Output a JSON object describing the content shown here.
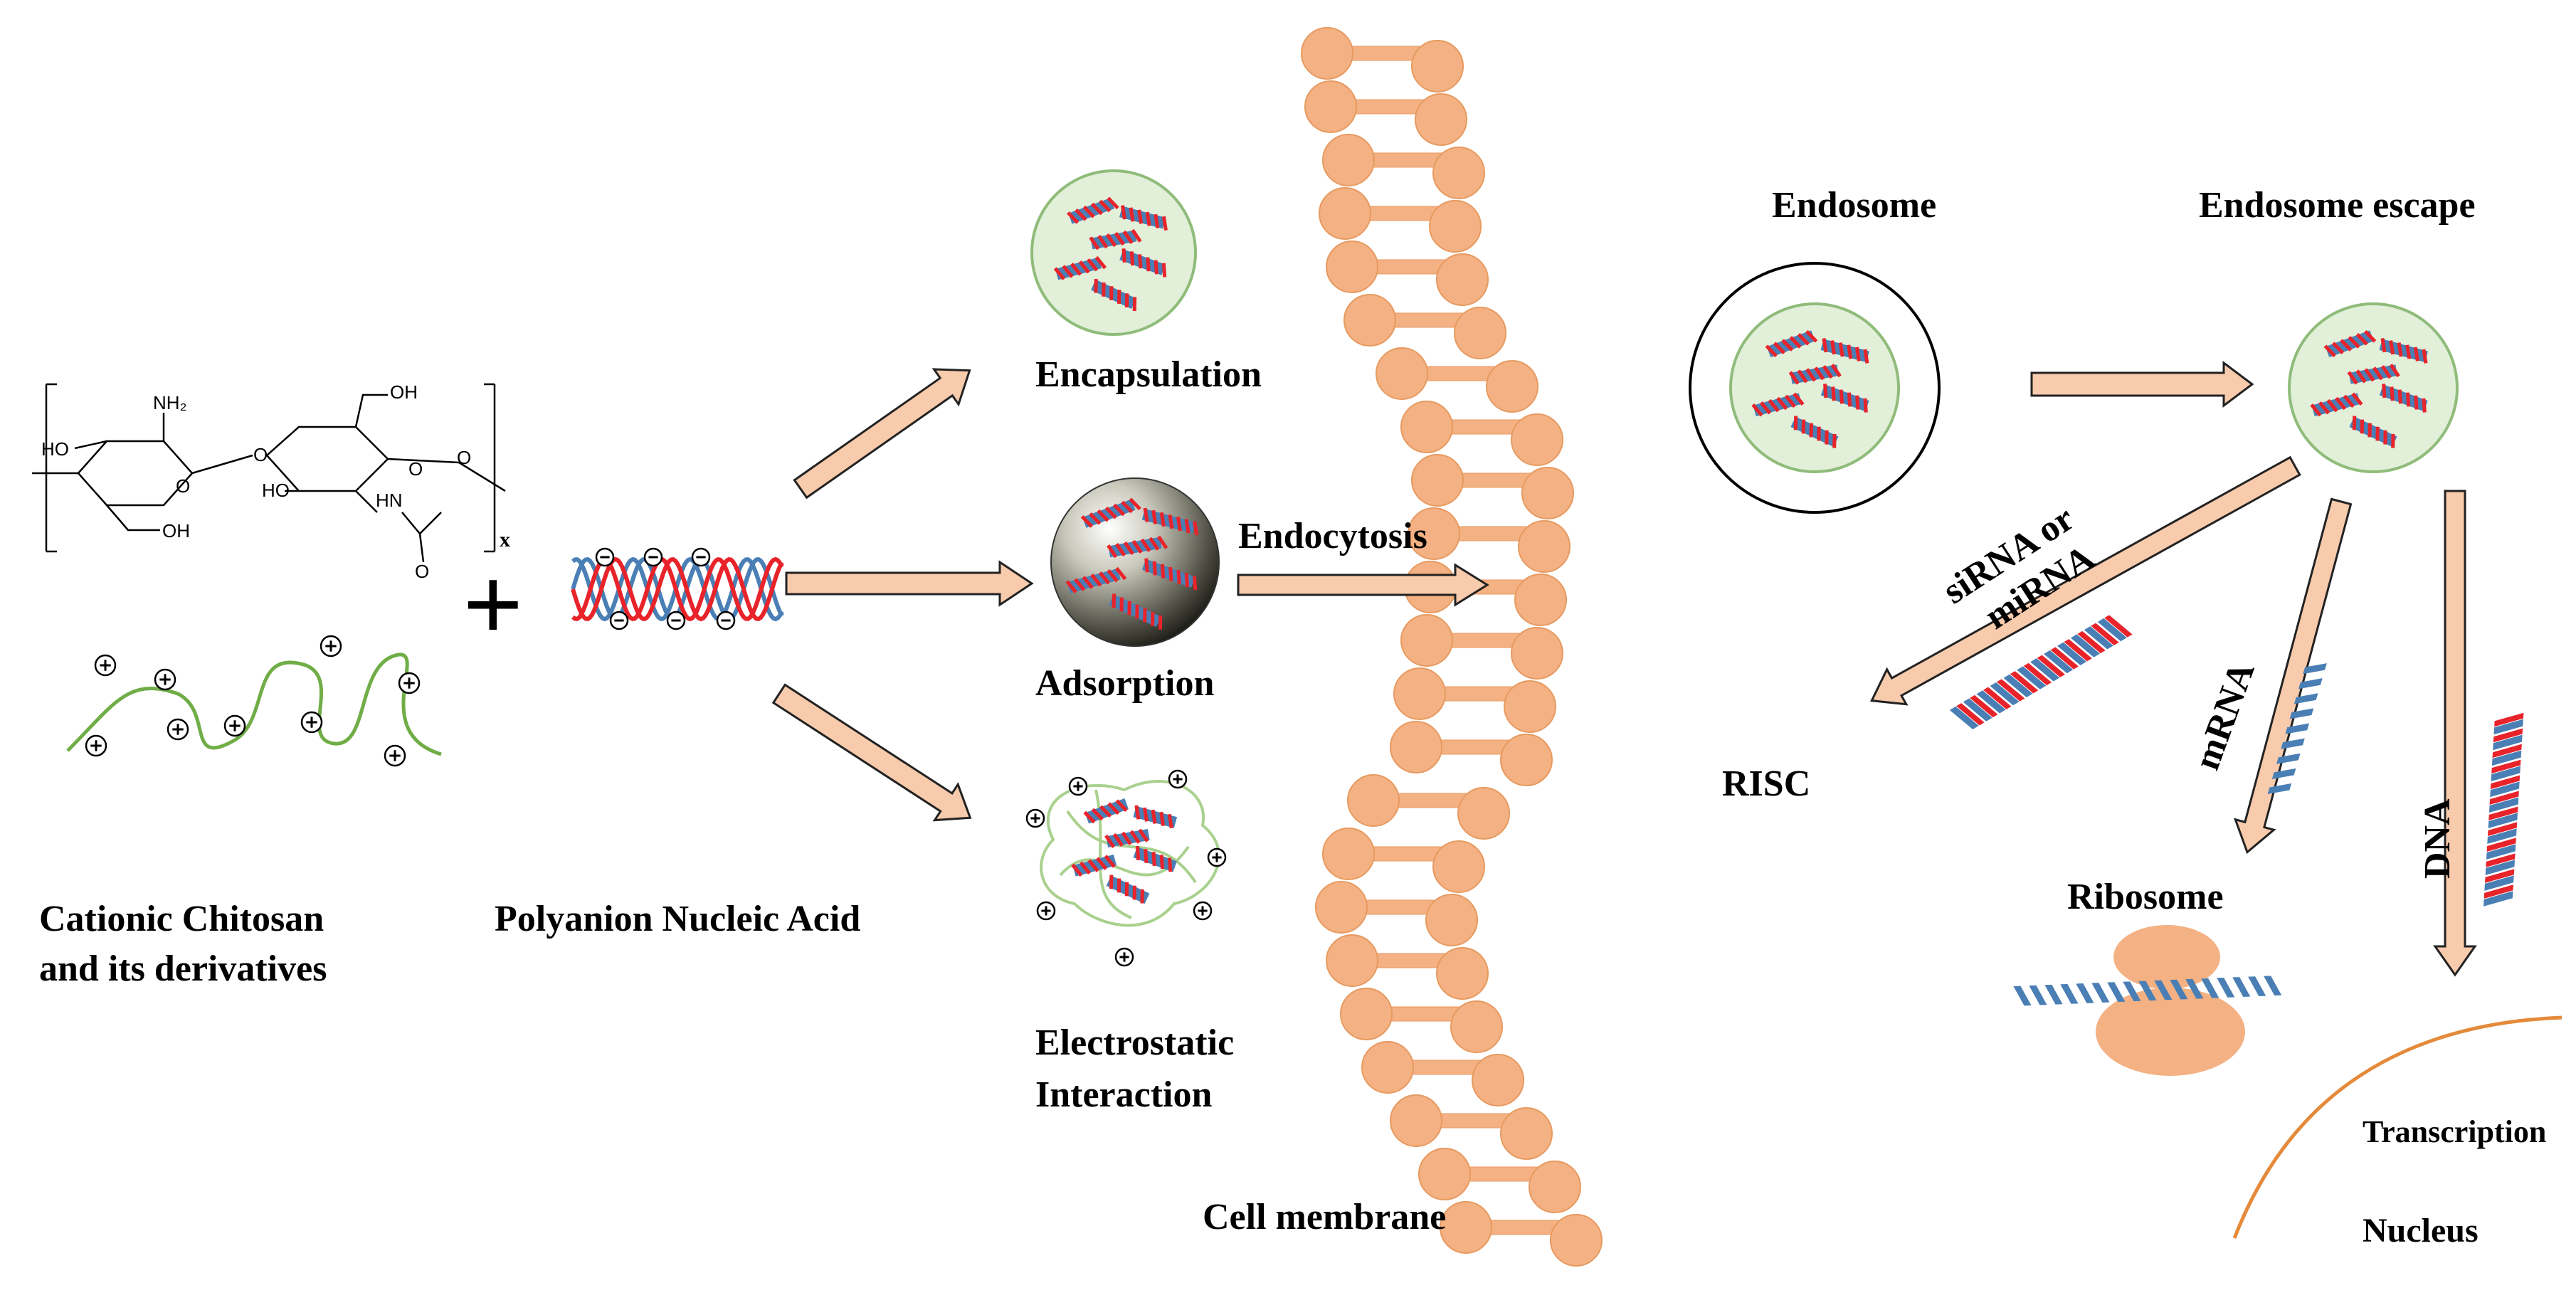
{
  "labels": {
    "chitosan_line1": "Cationic Chitosan",
    "chitosan_line2": "and its derivatives",
    "nucleic_acid": "Polyanion Nucleic Acid",
    "encapsulation": "Encapsulation",
    "adsorption": "Adsorption",
    "electrostatic_line1": "Electrostatic",
    "electrostatic_line2": "Interaction",
    "endocytosis": "Endocytosis",
    "cell_membrane": "Cell membrane",
    "endosome": "Endosome",
    "endosome_escape": "Endosome escape",
    "sirna_line1": "siRNA or",
    "sirna_line2": "miRNA",
    "risc": "RISC",
    "mrna": "mRNA",
    "dna": "DNA",
    "ribosome": "Ribosome",
    "transcription": "Transcription",
    "nucleus": "Nucleus"
  },
  "structure": {
    "nh2": "NH₂",
    "oh_top": "OH",
    "ho_left": "HO",
    "oh_bottom": "OH",
    "ho_mid": "HO",
    "hn": "HN",
    "o_link": "O",
    "o_ring1": "O",
    "o_ring2": "O",
    "o_end": "O",
    "o_acetyl": "O",
    "repeat": "x"
  },
  "symbols": {
    "plus": "+",
    "positive_charge": "+",
    "negative_charge": "−"
  },
  "colors": {
    "arrow_fill": "#f8cbad",
    "arrow_stroke": "#222222",
    "membrane": "#f4b183",
    "membrane_edge": "#e79a60",
    "nanoparticle_fill": "#e2efd9",
    "nanoparticle_stroke": "#8fbc7a",
    "dna_red": "#e8232a",
    "dna_blue": "#4a7fb5",
    "chitosan_green": "#70ad47",
    "nucleus_line": "#e48a3a",
    "ribosome": "#f4b183"
  }
}
